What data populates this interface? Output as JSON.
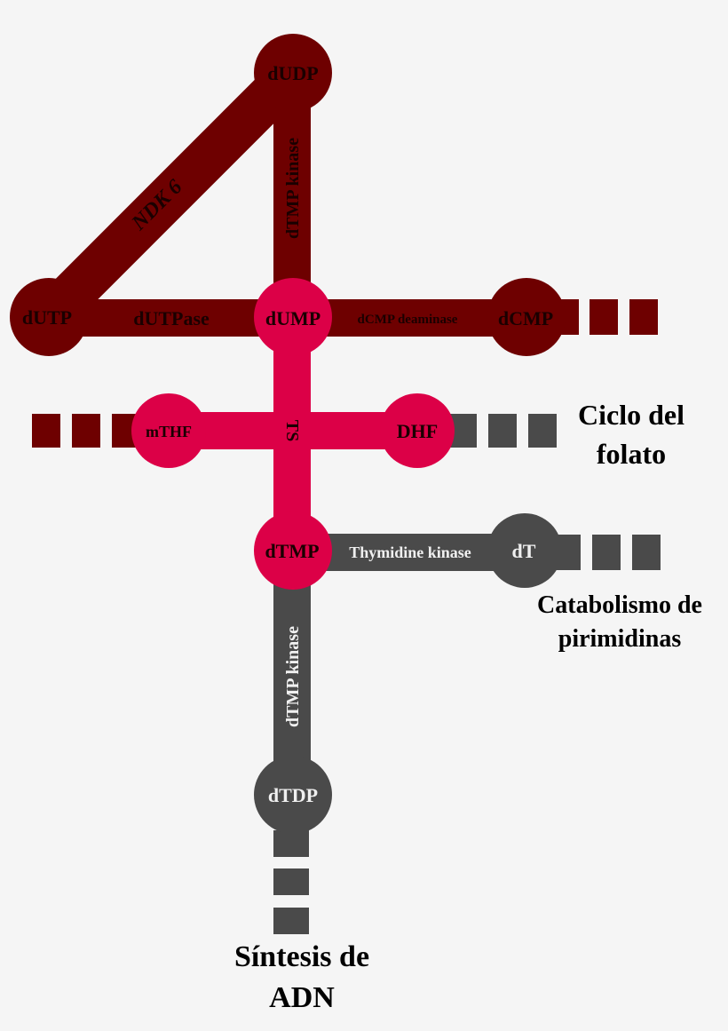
{
  "colors": {
    "background": "#f5f5f5",
    "dark_red": "#6e0000",
    "pink": "#dc0047",
    "gray": "#4a4a4a",
    "text_dark": "#1a0000",
    "text_light": "#f0f0f0"
  },
  "nodes": {
    "dudp": "dUDP",
    "dutp": "dUTP",
    "dump": "dUMP",
    "dcmp": "dCMP",
    "mthf": "mTHF",
    "dhf": "DHF",
    "dtmp": "dTMP",
    "dt": "dT",
    "dtdp": "dTDP"
  },
  "enzymes": {
    "ndk6": "NDK 6",
    "dtmp_kinase_top": "dTMP kinase",
    "dutpase": "dUTPase",
    "dcmp_deaminase": "dCMP deaminase",
    "ts": "TS",
    "thymidine_kinase": "Thymidine kinase",
    "dtmp_kinase_bottom": "dTMP kinase"
  },
  "external_labels": {
    "folate_line1": "Ciclo del",
    "folate_line2": "folato",
    "catabolism_line1": "Catabolismo de",
    "catabolism_line2": "pirimidinas",
    "dna_line1": "Síntesis de",
    "dna_line2": "ADN"
  }
}
